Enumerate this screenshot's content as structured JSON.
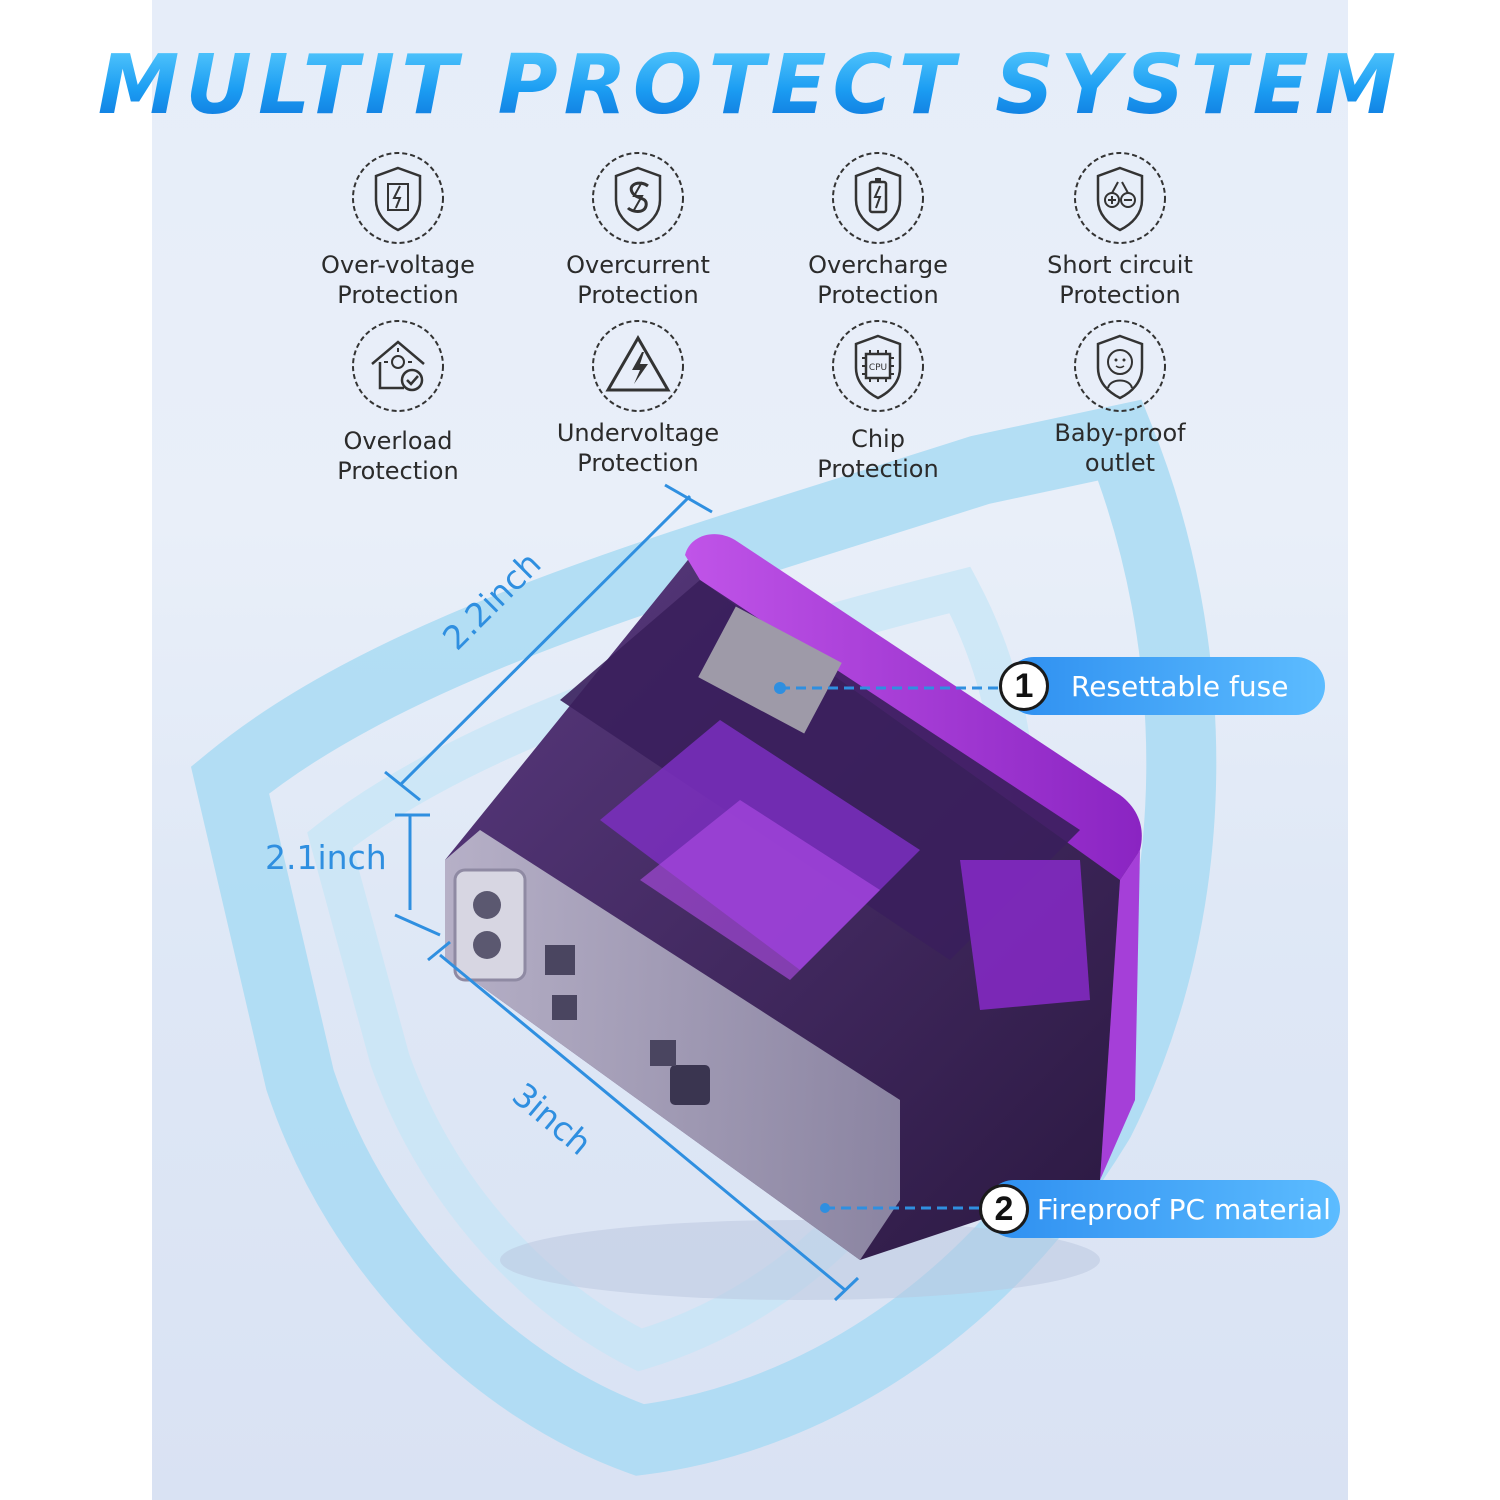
{
  "title": "MULTIT PROTECT SYSTEM",
  "features": [
    {
      "icon": "over-voltage-shield-icon",
      "line1": "Over-voltage",
      "line2": "Protection"
    },
    {
      "icon": "overcurrent-shield-icon",
      "line1": "Overcurrent",
      "line2": "Protection"
    },
    {
      "icon": "overcharge-battery-shield-icon",
      "line1": "Overcharge",
      "line2": "Protection"
    },
    {
      "icon": "short-circuit-shield-icon",
      "line1": "Short circuit",
      "line2": "Protection"
    },
    {
      "icon": "overload-house-icon",
      "line1": "Overload",
      "line2": "Protection"
    },
    {
      "icon": "undervoltage-warning-icon",
      "line1": "Undervoltage",
      "line2": "Protection"
    },
    {
      "icon": "chip-cpu-icon",
      "line1": "Chip",
      "line2": "Protection"
    },
    {
      "icon": "baby-proof-icon",
      "line1": "Baby-proof",
      "line2": "outlet"
    }
  ],
  "dimensions": {
    "depth": "2.2inch",
    "height": "2.1inch",
    "width": "3inch"
  },
  "callouts": [
    {
      "number": "1",
      "text": "Resettable fuse"
    },
    {
      "number": "2",
      "text": "Fireproof PC material"
    }
  ],
  "colors": {
    "accent": "#1a9cf0",
    "device_purple": "#8a2fc8",
    "callout_blue": "#3c9ff2"
  }
}
